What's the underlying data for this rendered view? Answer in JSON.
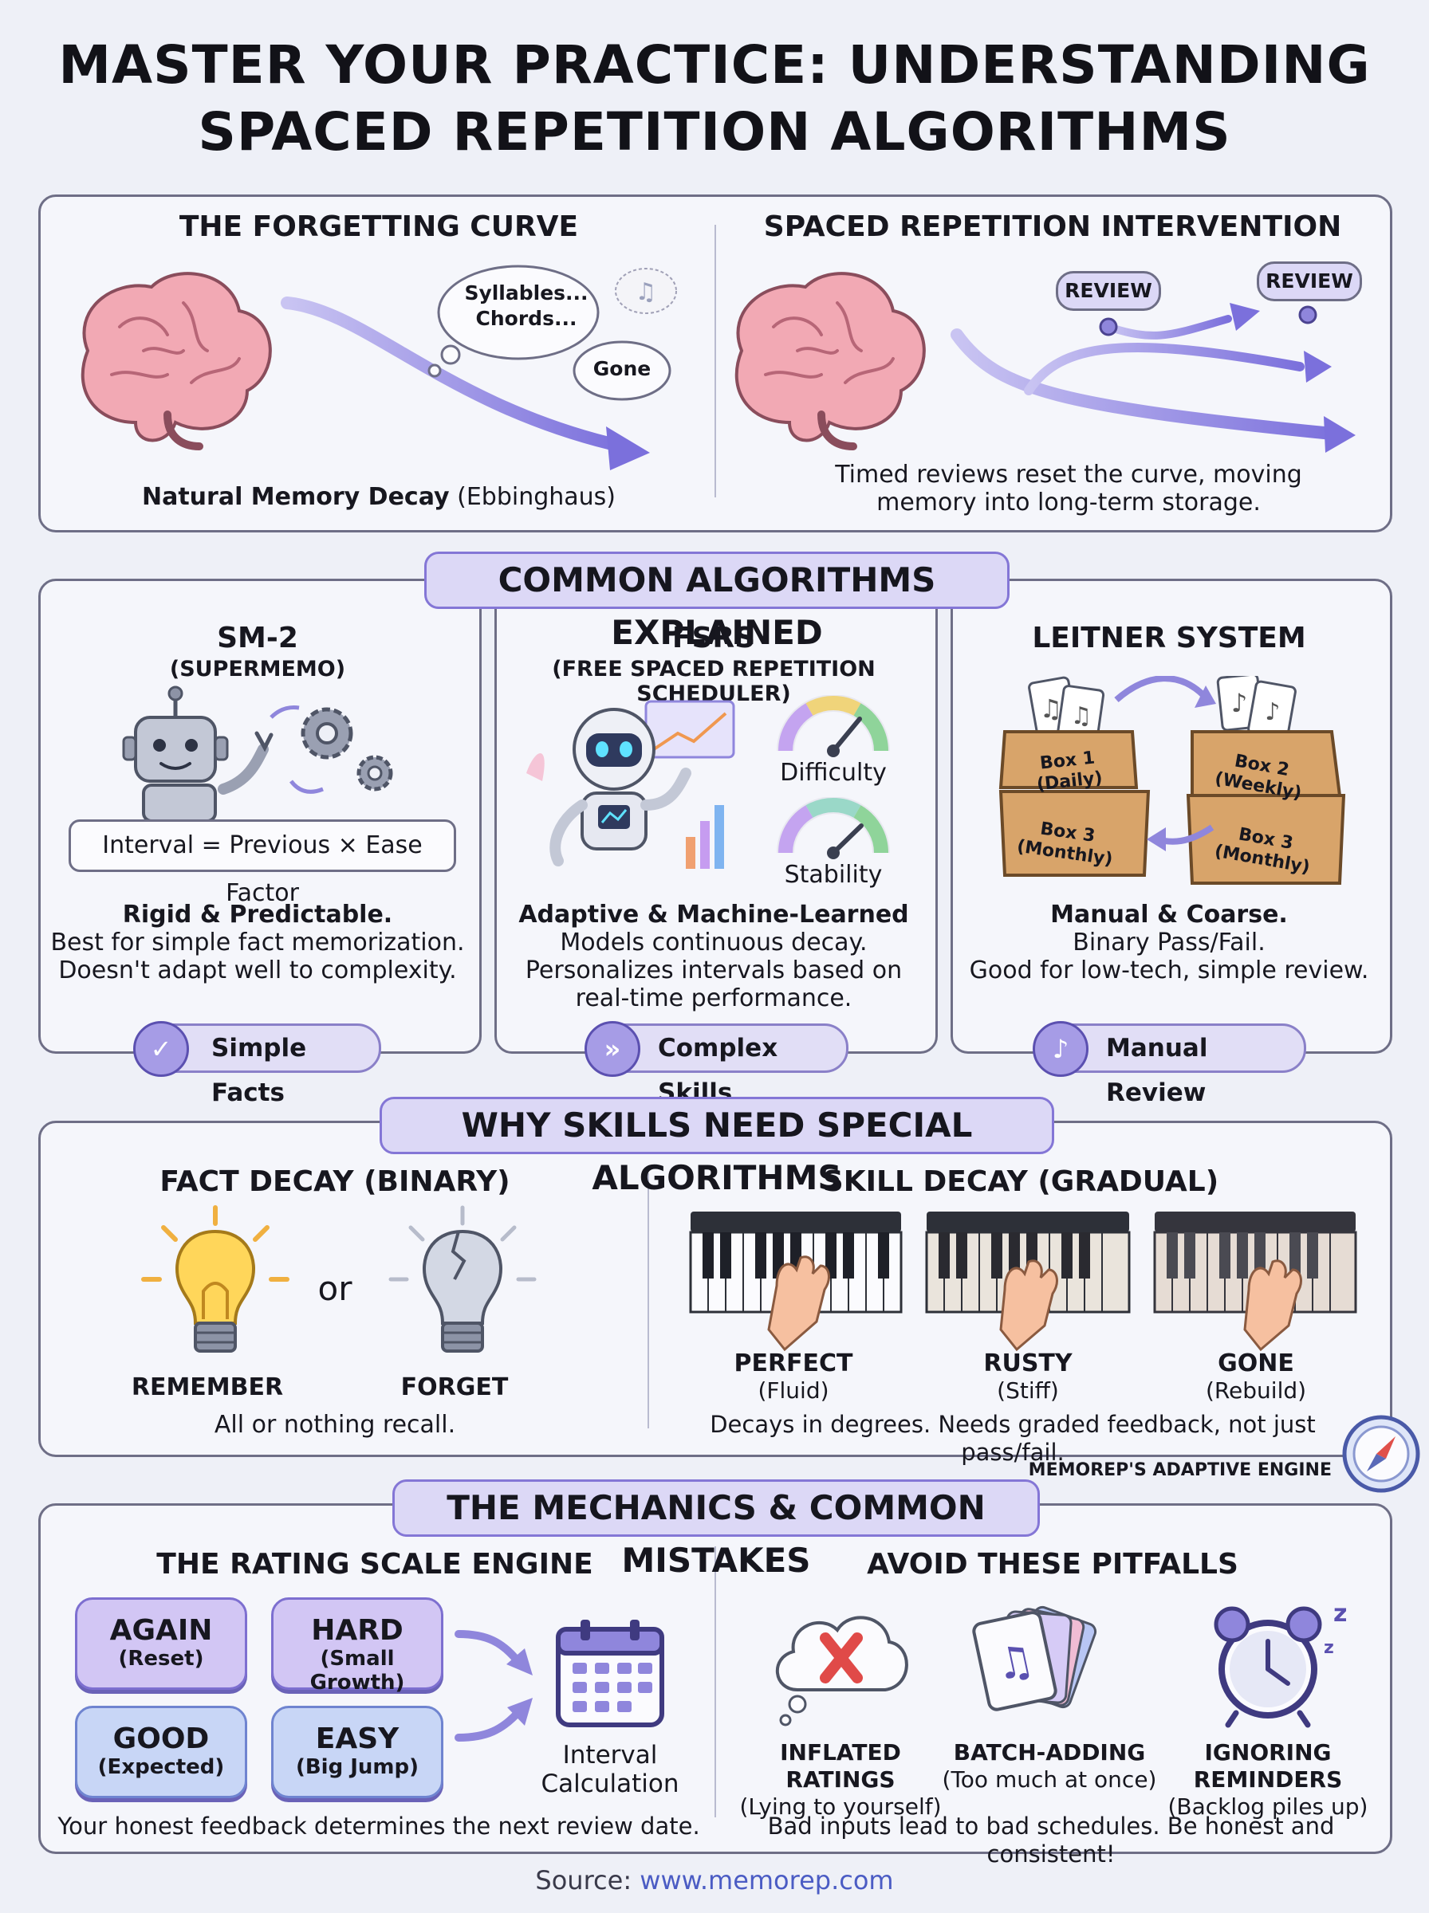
{
  "title": {
    "line1": "MASTER YOUR PRACTICE: UNDERSTANDING",
    "line2": "SPACED REPETITION ALGORITHMS"
  },
  "section1": {
    "left_title": "THE FORGETTING CURVE",
    "bubble1_line1": "Syllables...",
    "bubble1_line2": "Chords...",
    "bubble2": "Gone",
    "left_caption_bold": "Natural Memory Decay",
    "left_caption_rest": "(Ebbinghaus)",
    "right_title": "SPACED REPETITION INTERVENTION",
    "review_tag1": "REVIEW",
    "review_tag2": "REVIEW",
    "right_caption_line1": "Timed reviews reset the curve, moving",
    "right_caption_line2": "memory into long-term storage."
  },
  "section2": {
    "banner": "COMMON ALGORITHMS EXPLAINED",
    "sm2": {
      "title": "SM-2",
      "subtitle": "(SUPERMEMO)",
      "formula": "Interval = Previous × Ease Factor",
      "bold": "Rigid & Predictable.",
      "line1": "Best for simple fact memorization.",
      "line2": "Doesn't adapt well to complexity.",
      "pill": "Simple Facts"
    },
    "fsrs": {
      "title": "FSRS",
      "subtitle": "(FREE SPACED REPETITION SCHEDULER)",
      "gauge1": "Difficulty",
      "gauge2": "Stability",
      "bold": "Adaptive & Machine-Learned",
      "line1": "Models continuous decay.",
      "line2": "Personalizes intervals based on",
      "line3": "real-time performance.",
      "pill": "Complex Skills"
    },
    "leitner": {
      "title": "LEITNER SYSTEM",
      "box1": [
        "Box 1",
        "(Daily)"
      ],
      "box2": [
        "Box 2",
        "(Weekly)"
      ],
      "box3a": [
        "Box 3",
        "(Monthly)"
      ],
      "box3b": [
        "Box 3",
        "(Monthly)"
      ],
      "bold": "Manual & Coarse.",
      "line1": "Binary Pass/Fail.",
      "line2": "Good for low-tech, simple review.",
      "pill": "Manual Review"
    }
  },
  "section3": {
    "banner": "WHY SKILLS NEED SPECIAL ALGORITHMS",
    "left_title": "FACT DECAY (BINARY)",
    "or": "or",
    "remember": "REMEMBER",
    "forget": "FORGET",
    "left_caption": "All or nothing recall.",
    "right_title": "SKILL DECAY (GRADUAL)",
    "levels": [
      {
        "name": "PERFECT",
        "desc": "(Fluid)"
      },
      {
        "name": "RUSTY",
        "desc": "(Stiff)"
      },
      {
        "name": "GONE",
        "desc": "(Rebuild)"
      }
    ],
    "right_caption": "Decays in degrees. Needs graded feedback, not just pass/fail.",
    "engine_label": "MEMOREP'S ADAPTIVE ENGINE"
  },
  "section4": {
    "banner": "THE MECHANICS & COMMON MISTAKES",
    "left_title": "THE RATING SCALE ENGINE",
    "ratings": [
      {
        "label": "AGAIN",
        "desc": "(Reset)"
      },
      {
        "label": "HARD",
        "desc": "(Small Growth)"
      },
      {
        "label": "GOOD",
        "desc": "(Expected)"
      },
      {
        "label": "EASY",
        "desc": "(Big Jump)"
      }
    ],
    "interval_line1": "Interval",
    "interval_line2": "Calculation",
    "left_caption": "Your honest feedback determines the next review date.",
    "right_title": "AVOID THESE PITFALLS",
    "pitfalls": [
      {
        "name": "INFLATED RATINGS",
        "desc": "(Lying to yourself)"
      },
      {
        "name": "BATCH-ADDING",
        "desc": "(Too much at once)"
      },
      {
        "name": "IGNORING REMINDERS",
        "desc": "(Backlog piles up)"
      }
    ],
    "right_caption": "Bad inputs lead to bad schedules. Be honest and consistent!"
  },
  "footer": {
    "label": "Source:",
    "url": "www.memorep.com"
  },
  "colors": {
    "accent": "#8476d6",
    "banner_bg": "#dcd8f6",
    "panel_border": "#6e6e86",
    "link": "#4b5cc4"
  }
}
